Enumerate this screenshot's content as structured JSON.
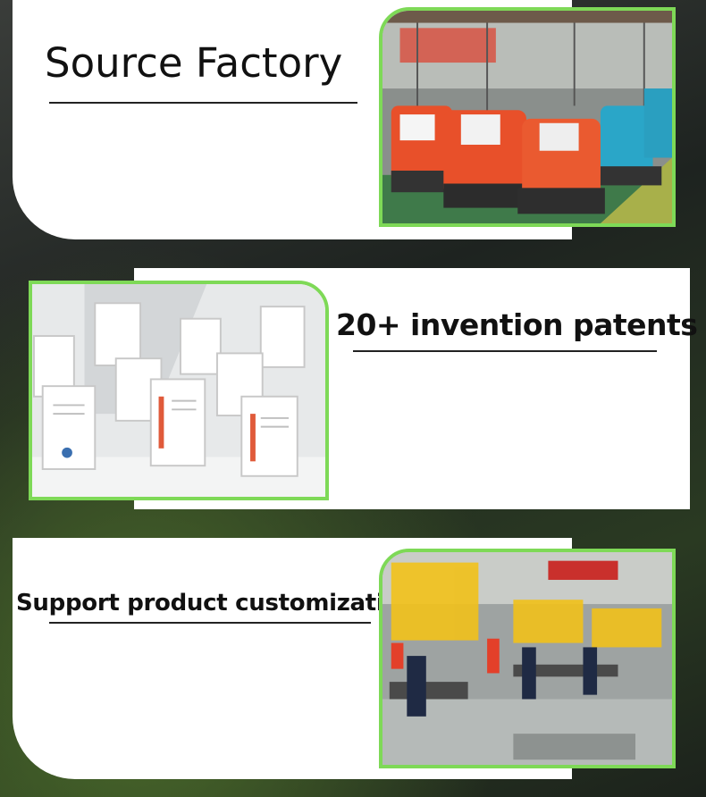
{
  "sections": [
    {
      "heading": "Source Factory"
    },
    {
      "heading": "20+ invention patents"
    },
    {
      "heading": "Support product customization"
    }
  ],
  "colors": {
    "accent_border": "#7ed957",
    "panel": "#ffffff",
    "text": "#111111",
    "machine_red": "#e8502a",
    "machine_blue": "#2aa6c8",
    "curtain_yellow": "#f2c21a"
  },
  "icons": [
    "factory-floor-photo",
    "certificates-photo",
    "workshop-photo"
  ]
}
